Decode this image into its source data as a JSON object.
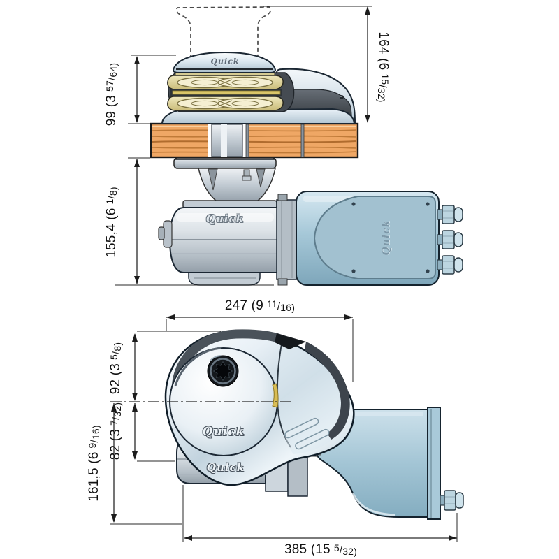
{
  "drawing": {
    "subject": "Quick vertical windlass dimensional drawing",
    "views": [
      "side-elevation-through-deck",
      "plan-view"
    ]
  },
  "brand": {
    "logo_text": "Quick"
  },
  "glyphs": {
    "fraction_slash": "/"
  },
  "dimensions": {
    "side_view": {
      "total_height_with_drum": {
        "pre": "164 (6",
        "frac_num": "15",
        "frac_den": "32)"
      },
      "height_above_deck": {
        "pre": "99 (3",
        "frac_num": "57",
        "frac_den": "64)"
      },
      "depth_below_deck": {
        "pre": "155,4 (6",
        "frac_num": "1",
        "frac_den": "8)"
      }
    },
    "plan_view": {
      "cover_width": {
        "pre": "247 (9",
        "frac_num": "11",
        "frac_den": "16)"
      },
      "centerline_to_front": {
        "pre": "92 (3",
        "frac_num": "5",
        "frac_den": "8)"
      },
      "centerline_to_gearbox": {
        "pre": "82 (3",
        "frac_num": "7",
        "frac_den": "32)"
      },
      "centerline_to_motor_end": {
        "pre": "161,5 (6",
        "frac_num": "9",
        "frac_den": "16)"
      },
      "total_length": {
        "pre": "385 (15",
        "frac_num": "5",
        "frac_den": "32)"
      }
    }
  },
  "colors": {
    "outline": "#1b2733",
    "chrome_light": "#f7fafc",
    "chrome_deep": "#a9bdcb",
    "motor_blue": "#a6c8d8",
    "deck_wood": "#efa765",
    "deck_grain": "#bf7a38",
    "gypsy_bronze": "#cfc282",
    "gold_stripe": "#d9c568",
    "dark_gray": "#454b52",
    "dimension_line": "#2a2a2a"
  }
}
